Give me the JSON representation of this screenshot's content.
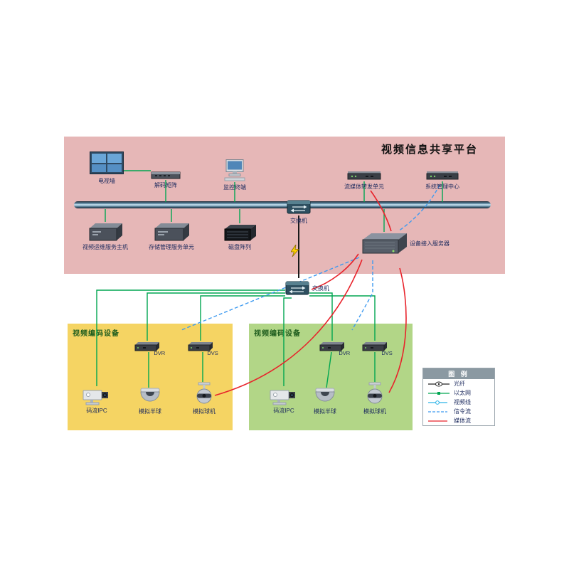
{
  "title": "视频信息共享平台",
  "platform": {
    "tv_wall": "电视墙",
    "decoder_matrix": "解码矩阵",
    "monitor_terminal": "监控终端",
    "core_switch": "交换机",
    "stream_forward_unit": "流媒体转发单元",
    "system_mgmt_center": "系统管理中心",
    "video_ops_host": "视频运维服务主机",
    "storage_mgmt_unit": "存储管理服务单元",
    "disk_array": "磁盘阵列",
    "access_server": "设备接入服务器"
  },
  "aggregation_switch": "交换机",
  "zone_left": {
    "title": "视频编码设备",
    "dvr": "DVR",
    "dvs": "DVS",
    "ipc": "码流IPC",
    "dome": "模拟半球",
    "ball": "模拟球机"
  },
  "zone_right": {
    "title": "视频编码设备",
    "dvr": "DVR",
    "dvs": "DVS",
    "ipc": "码流IPC",
    "dome": "模拟半球",
    "ball": "模拟球机"
  },
  "legend": {
    "title": "图 例",
    "items": [
      {
        "label": "光纤",
        "color": "#222222"
      },
      {
        "label": "以太网",
        "color": "#00a651"
      },
      {
        "label": "视频线",
        "color": "#2bb3e8"
      },
      {
        "label": "信令流",
        "color": "#3f9bf0"
      },
      {
        "label": "媒体流",
        "color": "#e8232b"
      }
    ]
  },
  "colors": {
    "platform_zone": "#e6b7b7",
    "encode_zone_left": "#f5d463",
    "encode_zone_right": "#b2d687",
    "ethernet_line": "#00a651",
    "fiber_line": "#1a1a1a",
    "signal_line": "#3f9bf0",
    "media_line": "#e8232b"
  }
}
